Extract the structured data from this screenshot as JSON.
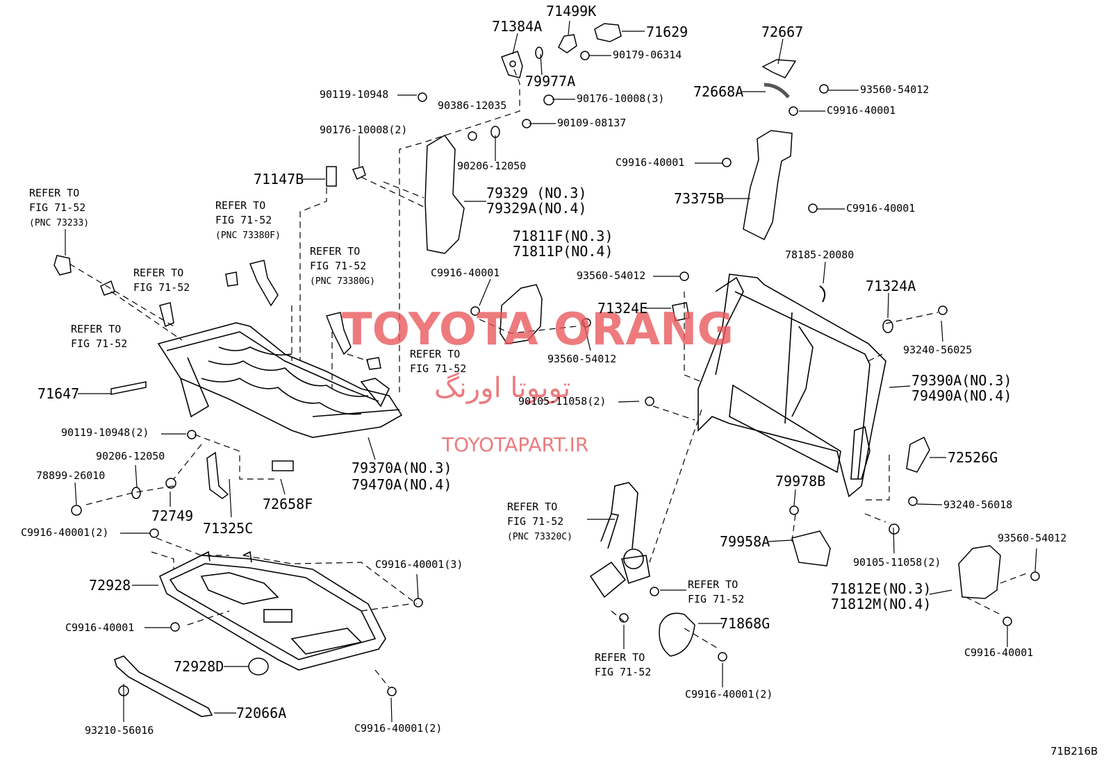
{
  "watermark": {
    "brand": "TOYOTA ORANG",
    "persian": "تویوتا اورنگ",
    "site": "TOYOTAPART.IR"
  },
  "figure_code": "71B216B",
  "labels": {
    "p71384A": "71384A",
    "p71499K": "71499K",
    "p71629": "71629",
    "p90179_06314": "90179-06314",
    "p79977A": "79977A",
    "p72667": "72667",
    "p93560_54012_a": "93560-54012",
    "p72668A": "72668A",
    "pC9916_40001_a": "C9916-40001",
    "p90119_10948": "90119-10948",
    "p90386_12035": "90386-12035",
    "p90176_10008_3": "90176-10008(3)",
    "p90109_08137": "90109-08137",
    "p90176_10008_2": "90176-10008(2)",
    "p90206_12050_a": "90206-12050",
    "pC9916_40001_b": "C9916-40001",
    "p71147B": "71147B",
    "p79329_1": "79329 (NO.3)",
    "p79329_2": "79329A(NO.4)",
    "p73375B": "73375B",
    "pC9916_40001_c": "C9916-40001",
    "refer1": [
      "REFER TO",
      "FIG 71-52",
      "(PNC 73233)"
    ],
    "refer2": [
      "REFER TO",
      "FIG 71-52",
      "(PNC 73380F)"
    ],
    "refer3": [
      "REFER TO",
      "FIG 71-52",
      "(PNC 73380G)"
    ],
    "refer4": [
      "REFER TO",
      "FIG 71-52"
    ],
    "refer5": [
      "REFER TO",
      "FIG 71-52"
    ],
    "refer6": [
      "REFER TO",
      "FIG 71-52"
    ],
    "refer7": [
      "REFER TO",
      "FIG 71-52",
      "(PNC 73320C)"
    ],
    "refer8": [
      "REFER TO",
      "FIG 71-52"
    ],
    "refer9": [
      "REFER TO",
      "FIG 71-52"
    ],
    "p71811_1": "71811F(NO.3)",
    "p71811_2": "71811P(NO.4)",
    "p78185_20080": "78185-20080",
    "pC9916_40001_d": "C9916-40001",
    "p93560_54012_b": "93560-54012",
    "p71324A": "71324A",
    "p71324E": "71324E",
    "p93240_56025": "93240-56025",
    "p93560_54012_c": "93560-54012",
    "p79390_1": "79390A(NO.3)",
    "p79390_2": "79490A(NO.4)",
    "p71647": "71647",
    "p90105_11058_2a": "90105-11058(2)",
    "p90119_10948_2": "90119-10948(2)",
    "p90206_12050_b": "90206-12050",
    "p78899_26010": "78899-26010",
    "p72749": "72749",
    "p71325C": "71325C",
    "p72658F": "72658F",
    "p79370_1": "79370A(NO.3)",
    "p79370_2": "79470A(NO.4)",
    "p72526G": "72526G",
    "p79978B": "79978B",
    "p93240_56018": "93240-56018",
    "p79958A": "79958A",
    "p90105_11058_2b": "90105-11058(2)",
    "pC9916_40001_2a": "C9916-40001(2)",
    "pC9916_40001_3": "C9916-40001(3)",
    "p72928": "72928",
    "pC9916_40001_e": "C9916-40001",
    "p72928D": "72928D",
    "p72066A": "72066A",
    "p93210_56016": "93210-56016",
    "pC9916_40001_2b": "C9916-40001(2)",
    "p71868G": "71868G",
    "pC9916_40001_2c": "C9916-40001(2)",
    "p93560_54012_d": "93560-54012",
    "p71812_1": "71812E(NO.3)",
    "p71812_2": "71812M(NO.4)",
    "pC9916_40001_f": "C9916-40001"
  }
}
